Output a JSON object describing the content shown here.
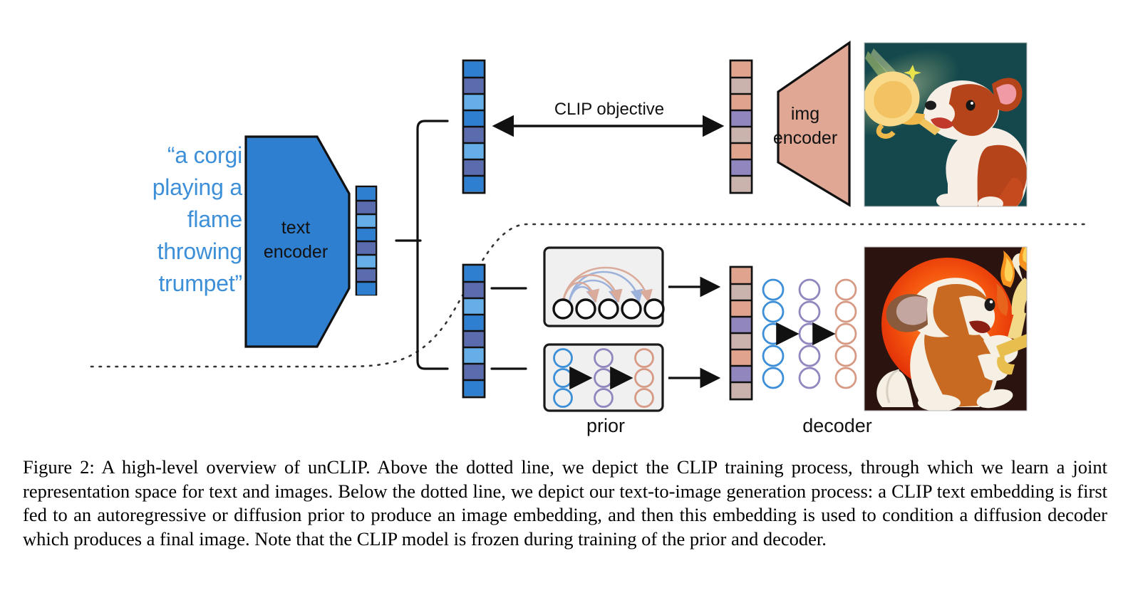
{
  "figure": {
    "number_label": "Figure 2:",
    "caption": "A high-level overview of unCLIP. Above the dotted line, we depict the CLIP training process, through which we learn a joint representation space for text and images. Below the dotted line, we depict our text-to-image generation process: a CLIP text embedding is first fed to an autoregressive or diffusion prior to produce an image embedding, and then this embedding is used to condition a diffusion decoder which produces a final image. Note that the CLIP model is frozen during training of the prior and decoder."
  },
  "diagram": {
    "prompt": "“a corgi\nplaying a\nflame\nthrowing\ntrumpet”",
    "text_encoder_label": "text\nencoder",
    "img_encoder_label": "img\nencoder",
    "clip_objective_label": "CLIP objective",
    "prior_label": "prior",
    "decoder_label": "decoder",
    "colors": {
      "text_encoder_fill": "#2f7fd0",
      "img_encoder_fill": "#e0a795",
      "prompt_text": "#3d8fd8",
      "outline": "#111111",
      "panel_fill": "#f0f0f0",
      "panel_border": "#1a1a1a",
      "blue_circle": "#3d8fd8",
      "purple_circle": "#9186be",
      "peach_circle": "#d79b85",
      "dotted_line": "#333333"
    },
    "text_embedding_cells": [
      "#2f7fd0",
      "#5a6bae",
      "#66aee8",
      "#2f7fd0",
      "#5a6bae",
      "#66aee8",
      "#5a6bae",
      "#2f7fd0"
    ],
    "image_embedding_cells": [
      "#e0a48e",
      "#cbb3ad",
      "#e0a48e",
      "#9186be",
      "#cbb3ad",
      "#e0a48e",
      "#9186be",
      "#cbb3ad"
    ],
    "autoregressive_prior": {
      "token_count": 5,
      "arc_count": 6
    },
    "diffusion_prior": {
      "columns": 3,
      "rows": 3
    },
    "decoder_net": {
      "columns": 3,
      "rows": 5
    },
    "top_image": {
      "alt": "corgi playing a flame throwing trumpet, teal background",
      "background": "#14484d",
      "trumpet": "#f7d98a",
      "fur_brown": "#b5441b",
      "fur_white": "#f7efe6"
    },
    "bottom_image": {
      "alt": "corgi playing a flaming trombone, dark background with orange sun",
      "background": "#2b1410",
      "sun": "#f04e12",
      "trombone": "#f2d98a",
      "fur_brown": "#c86a22",
      "fur_white": "#f6f0e4"
    }
  }
}
